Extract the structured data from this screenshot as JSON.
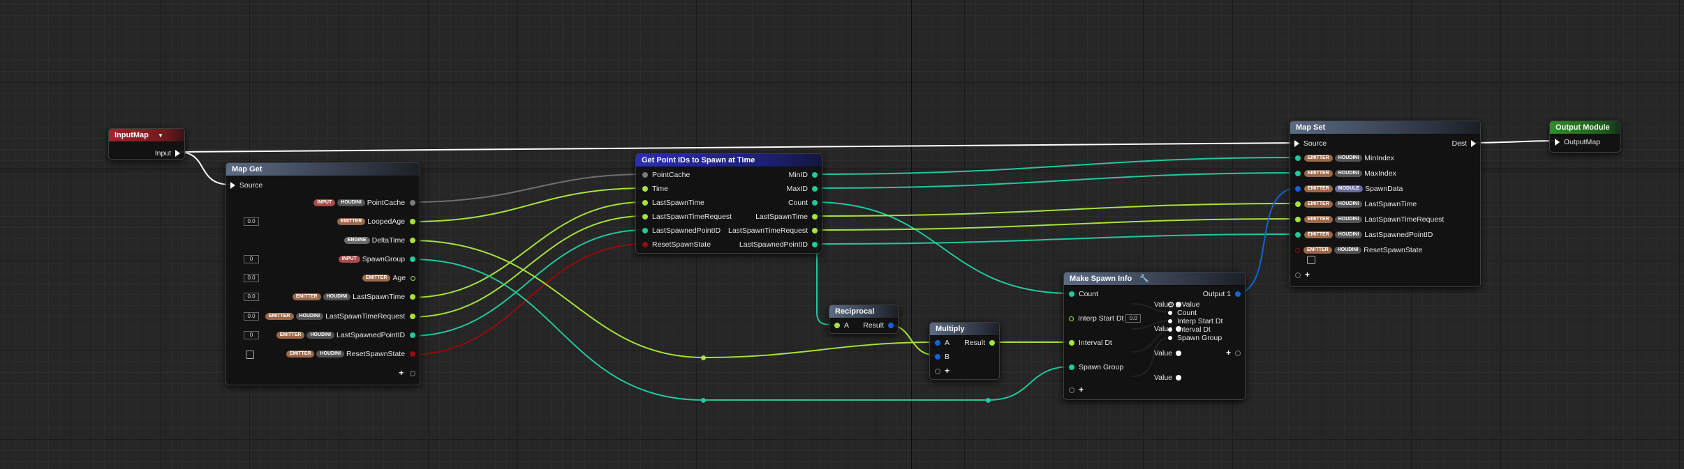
{
  "colors": {
    "float": "#a6e33a",
    "int": "#22c99a",
    "struct": "#1463d6",
    "bool": "#950b0b",
    "object": "#7a7a7a",
    "exec": "#ffffff"
  },
  "input_map": {
    "title": "InputMap",
    "input_label": "Input"
  },
  "map_get": {
    "title": "Map Get",
    "source_label": "Source",
    "rows": [
      {
        "badges": [
          "INPUT",
          "HOUDINI"
        ],
        "label": "PointCache",
        "value": ""
      },
      {
        "badges": [
          "EMITTER"
        ],
        "label": "LoopedAge",
        "value": "0.0"
      },
      {
        "badges": [
          "ENGINE"
        ],
        "label": "DeltaTime",
        "value": ""
      },
      {
        "badges": [
          "INPUT"
        ],
        "label": "SpawnGroup",
        "value": "0"
      },
      {
        "badges": [
          "EMITTER"
        ],
        "label": "Age",
        "value": "0.0"
      },
      {
        "badges": [
          "EMITTER",
          "HOUDINI"
        ],
        "label": "LastSpawnTime",
        "value": "0.0"
      },
      {
        "badges": [
          "EMITTER",
          "HOUDINI"
        ],
        "label": "LastSpawnTimeRequest",
        "value": "0.0"
      },
      {
        "badges": [
          "EMITTER",
          "HOUDINI"
        ],
        "label": "LastSpawnedPointID",
        "value": "0"
      },
      {
        "badges": [
          "EMITTER",
          "HOUDINI"
        ],
        "label": "ResetSpawnState",
        "value": ""
      }
    ]
  },
  "get_point_ids": {
    "title": "Get Point IDs to Spawn at Time",
    "inputs": [
      "PointCache",
      "Time",
      "LastSpawnTime",
      "LastSpawnTimeRequest",
      "LastSpawnedPointID",
      "ResetSpawnState"
    ],
    "outputs": [
      "MinID",
      "MaxID",
      "Count",
      "LastSpawnTime",
      "LastSpawnTimeRequest",
      "LastSpawnedPointID"
    ]
  },
  "reciprocal": {
    "title": "Reciprocal",
    "input": "A",
    "output": "Result"
  },
  "multiply": {
    "title": "Multiply",
    "input_a": "A",
    "input_b": "B",
    "output": "Result"
  },
  "make_spawn_info": {
    "title": "Make Spawn Info",
    "inputs": [
      "Count",
      "Interp Start Dt",
      "Interval Dt",
      "Spawn Group"
    ],
    "interp_start_value": "0.0",
    "output": "Output 1",
    "sub_value": "Value",
    "struct_label": "Value",
    "struct_fields": [
      "Count",
      "Interp Start Dt",
      "Interval Dt",
      "Spawn Group"
    ]
  },
  "map_set": {
    "title": "Map Set",
    "source_label": "Source",
    "dest_label": "Dest",
    "rows": [
      {
        "badges": [
          "EMITTER",
          "HOUDINI"
        ],
        "label": "MinIndex"
      },
      {
        "badges": [
          "EMITTER",
          "HOUDINI"
        ],
        "label": "MaxIndex"
      },
      {
        "badges": [
          "EMITTER",
          "MODULE"
        ],
        "label": "SpawnData"
      },
      {
        "badges": [
          "EMITTER",
          "HOUDINI"
        ],
        "label": "LastSpawnTime"
      },
      {
        "badges": [
          "EMITTER",
          "HOUDINI"
        ],
        "label": "LastSpawnTimeRequest"
      },
      {
        "badges": [
          "EMITTER",
          "HOUDINI"
        ],
        "label": "LastSpawnedPointID"
      },
      {
        "badges": [
          "EMITTER",
          "HOUDINI"
        ],
        "label": "ResetSpawnState"
      }
    ]
  },
  "output_module": {
    "title": "Output Module",
    "input_label": "OutputMap"
  }
}
